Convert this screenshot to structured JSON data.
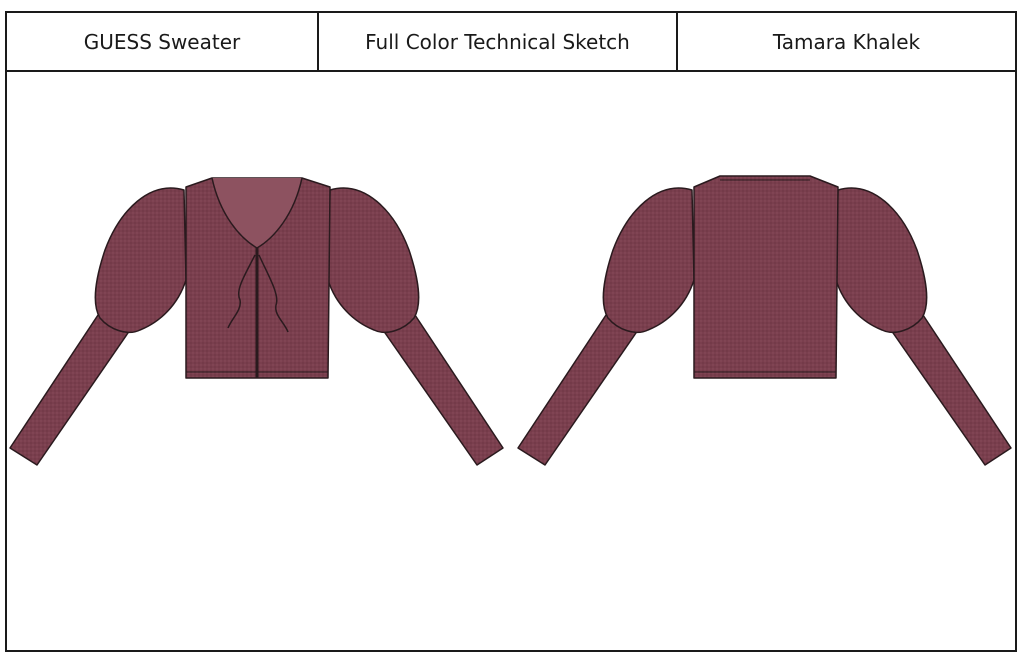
{
  "header": {
    "left_title": "GUESS Sweater",
    "center_title": "Full Color Technical Sketch",
    "right_title": "Tamara Khalek"
  },
  "colors": {
    "fabric": "#7a3f4e",
    "fabric_light": "#8d5260",
    "outline": "#2a1a1e",
    "border": "#1a1a1a"
  }
}
